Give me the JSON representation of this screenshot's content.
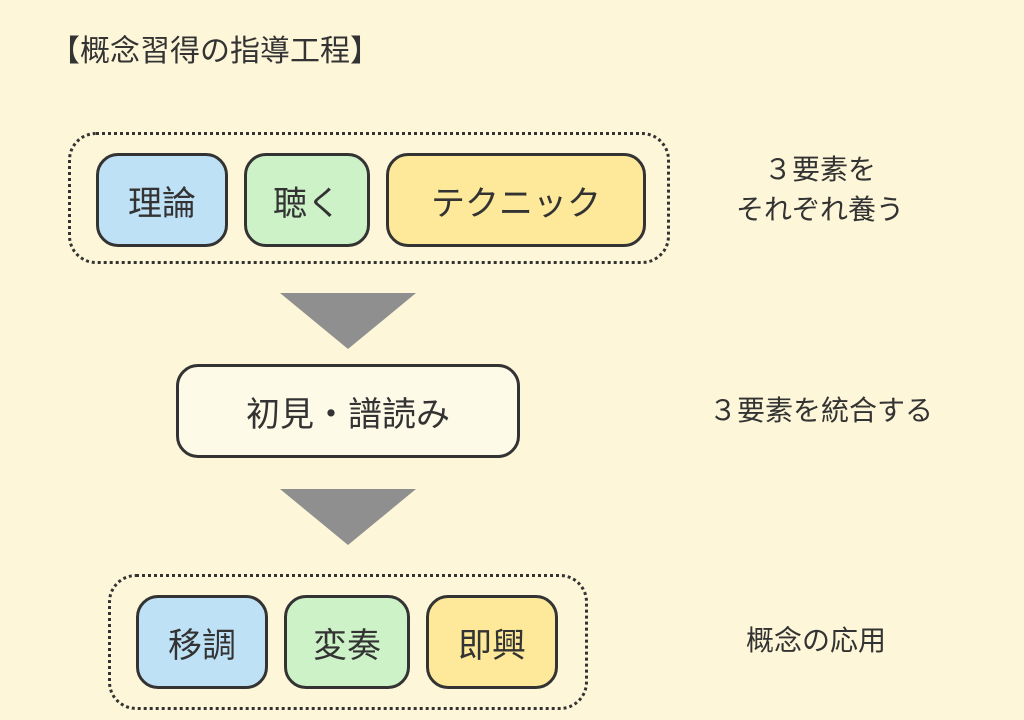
{
  "title": "【概念習得の指導工程】",
  "stage1": {
    "items": [
      "理論",
      "聴く",
      "テクニック"
    ],
    "note_line1": "３要素を",
    "note_line2": "それぞれ養う"
  },
  "stage2": {
    "label": "初見・譜読み",
    "note": "３要素を統合する"
  },
  "stage3": {
    "items": [
      "移調",
      "変奏",
      "即興"
    ],
    "note": "概念の応用"
  },
  "colors": {
    "background": "#fdf6d8",
    "blue": "#bfe1f5",
    "green": "#cdf2c8",
    "yellow": "#fde999",
    "arrow": "#8f8f8f"
  }
}
